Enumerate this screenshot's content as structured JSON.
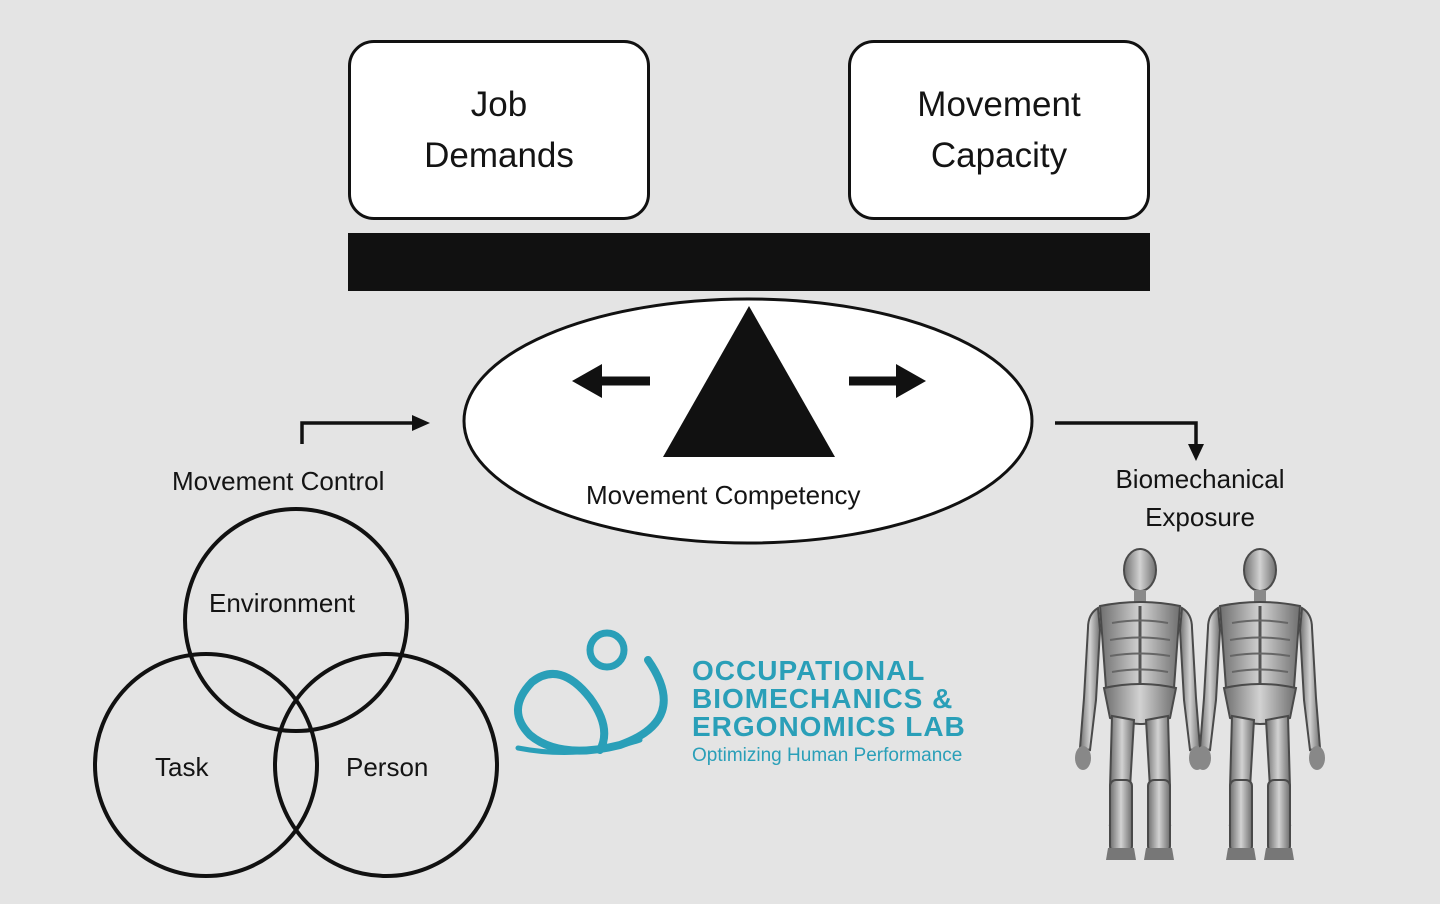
{
  "boxes": {
    "job_demands": {
      "line1": "Job",
      "line2": "Demands"
    },
    "movement_capacity": {
      "line1": "Movement",
      "line2": "Capacity"
    }
  },
  "labels": {
    "movement_control": "Movement Control",
    "movement_competency": "Movement Competency",
    "biomechanical_exposure_line1": "Biomechanical",
    "biomechanical_exposure_line2": "Exposure"
  },
  "venn": {
    "top": "Environment",
    "left": "Task",
    "right": "Person"
  },
  "logo": {
    "line1": "OCCUPATIONAL",
    "line2": "BIOMECHANICS &",
    "line3": "ERGONOMICS LAB",
    "tagline": "Optimizing Human Performance",
    "color": "#2a9fb8"
  },
  "icons": [
    "arrow-left-icon",
    "arrow-right-icon",
    "fulcrum-triangle-icon",
    "elbow-arrow-icon",
    "skeleton-figure-icon",
    "logo-swirl-icon"
  ]
}
